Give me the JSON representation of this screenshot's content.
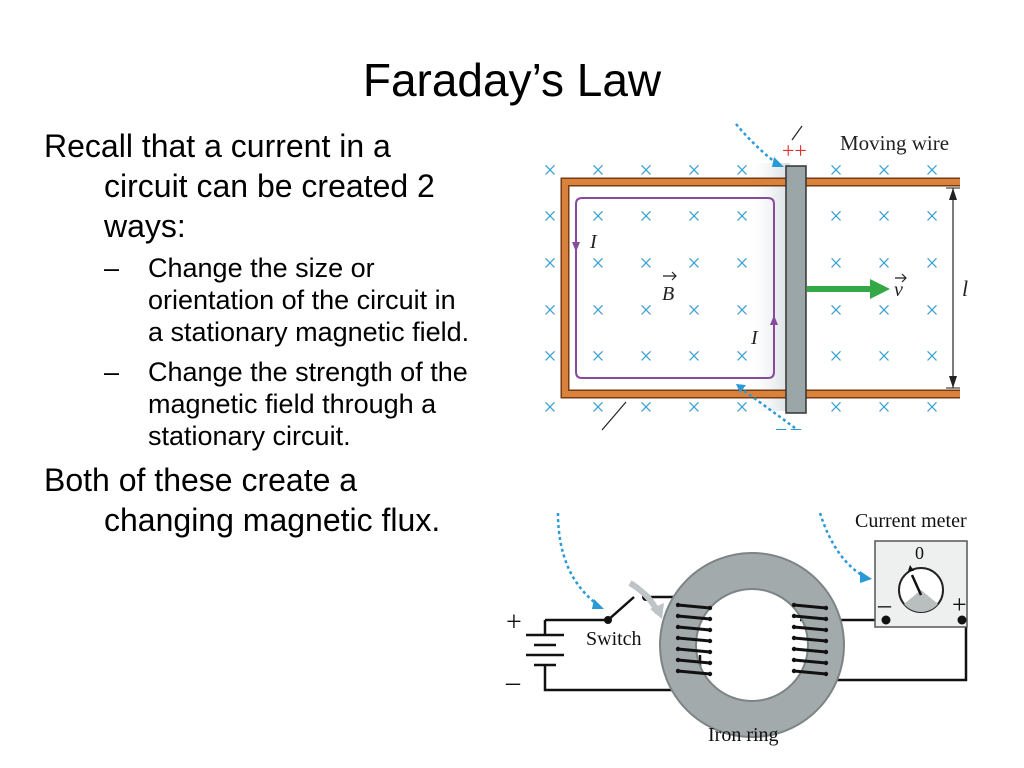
{
  "slide": {
    "title": "Faraday’s Law",
    "intro": "Recall that a current in a circuit can be created 2 ways:",
    "bullets": [
      {
        "dash": "–",
        "text": "Change the size or orientation of the circuit in a stationary magnetic field."
      },
      {
        "dash": "–",
        "text": "Change the strength of the magnetic field through a stationary circuit."
      }
    ],
    "conclusion": "Both of these create a changing magnetic flux."
  },
  "top_diagram": {
    "moving_wire_label": "Moving wire",
    "plus_charges": "++",
    "minus_charges": "– –",
    "current_label": "I",
    "field_label": "B",
    "velocity_label": "v",
    "length_label": "l",
    "field_marker": "×"
  },
  "bottom_diagram": {
    "current_meter_label": "Current meter",
    "meter_zero": "0",
    "meter_minus": "–",
    "meter_plus": "+",
    "switch_label": "Switch",
    "battery_plus": "+",
    "battery_minus": "–",
    "iron_ring_label": "Iron ring"
  },
  "colors": {
    "rail": "#d9823b",
    "rail_dark": "#7a3a12",
    "field_x": "#3aa0d0",
    "current": "#8a4a9c",
    "velocity": "#33a844",
    "pointer": "#2a9ad6",
    "wire_bar": "#9aa6a8",
    "ring": "#a3aaab"
  }
}
